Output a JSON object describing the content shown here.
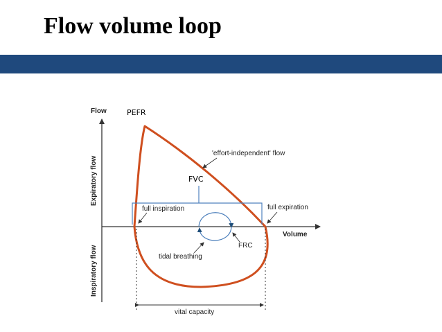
{
  "slide": {
    "title": "Flow volume loop",
    "bar_color": "#1f497d"
  },
  "diagram": {
    "axis_labels": {
      "flow": "Flow",
      "volume": "Volume",
      "expiratory": "Expiratory flow",
      "inspiratory": "Inspiratory flow"
    },
    "annotations": {
      "effort_independent": "'effort-independent' flow",
      "full_inspiration": "full inspiration",
      "full_expiration": "full expiration",
      "frc": "FRC",
      "tidal_breathing": "tidal breathing",
      "vital_capacity": "vital capacity"
    },
    "callouts": {
      "pefr": "PEFR",
      "fvc": "FVC"
    },
    "colors": {
      "loop": "#cf4f1f",
      "bracket": "#4f81bd",
      "tidal": "#4a7ebb",
      "axis": "#333333"
    }
  }
}
